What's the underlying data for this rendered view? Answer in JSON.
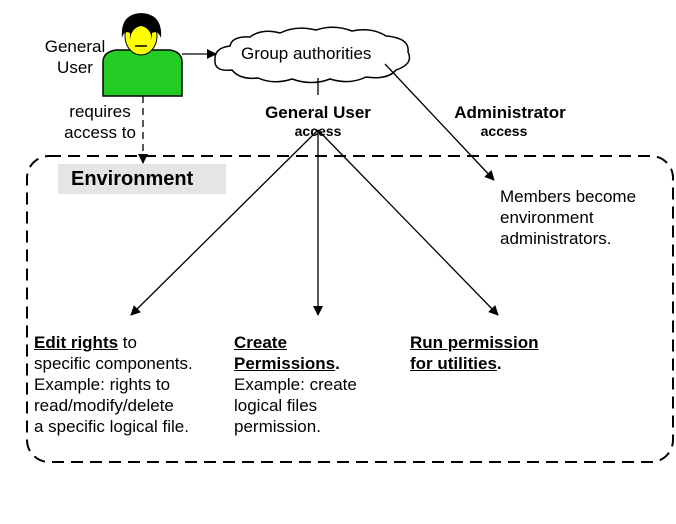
{
  "user": {
    "label_line1": "General",
    "label_line2": "User",
    "requires_line1": "requires",
    "requires_line2": "access to"
  },
  "group": {
    "label": "Group authorities"
  },
  "access": {
    "general_title": "General User",
    "general_sub": "access",
    "admin_title": "Administrator",
    "admin_sub": "access"
  },
  "environment": {
    "label": "Environment"
  },
  "admin_note": {
    "line1": "Members become",
    "line2": "environment",
    "line3": "administrators."
  },
  "edit_rights": {
    "title": "Edit rights",
    "suffix": " to",
    "line2": "specific components.",
    "line3": "Example: rights to",
    "line4": "read/modify/delete",
    "line5": "a specific logical file."
  },
  "create_perm": {
    "title1": "Create",
    "title2": "Permissions",
    "title2_suffix": ".",
    "line3": "Example: create",
    "line4": "logical files",
    "line5": "permission."
  },
  "run_perm": {
    "title1": "Run permission",
    "title2": "for utilities",
    "title2_suffix": "."
  },
  "colors": {
    "person_fill": "#22cc22",
    "hair": "#000000",
    "skin": "#ffff00",
    "env_label_bg": "#e5e5e5"
  }
}
